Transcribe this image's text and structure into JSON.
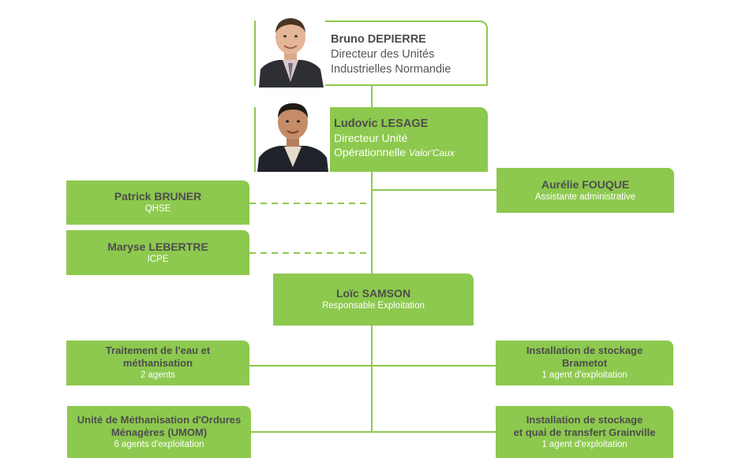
{
  "colors": {
    "accent": "#8dc94e",
    "text_dark": "#4d4d4d",
    "text_light": "#ffffff"
  },
  "director": {
    "name": "Bruno DEPIERRE",
    "role_line1": "Directeur des Unités",
    "role_line2": "Industrielles Normandie"
  },
  "unit_director": {
    "name": "Ludovic LESAGE",
    "role_line1": "Directeur Unité",
    "role_line2": "Opérationnelle",
    "role_italic": "Valor'Caux"
  },
  "assistant": {
    "name": "Aurélie FOUQUE",
    "role": "Assistante administrative"
  },
  "qhse": {
    "name": "Patrick BRUNER",
    "role": "QHSE"
  },
  "icpe": {
    "name": "Maryse LEBERTRE",
    "role": "ICPE"
  },
  "exploitation": {
    "name": "Loïc SAMSON",
    "role": "Responsable Exploitation"
  },
  "teams": {
    "water": {
      "line1": "Traitement de l'eau et",
      "line2": "méthanisation",
      "agents": "2 agents"
    },
    "umom": {
      "line1": "Unité de Méthanisation d'Ordures",
      "line2": "Ménagères (UMOM)",
      "agents": "6 agents d'exploitation"
    },
    "brametot": {
      "line1": "Installation de stockage",
      "line2": "Brametot",
      "agents": "1 agent d'exploitation"
    },
    "grainville": {
      "line1": "Installation de stockage",
      "line2": "et quai de transfert Grainville",
      "agents": "1 agent d'exploitation"
    }
  }
}
